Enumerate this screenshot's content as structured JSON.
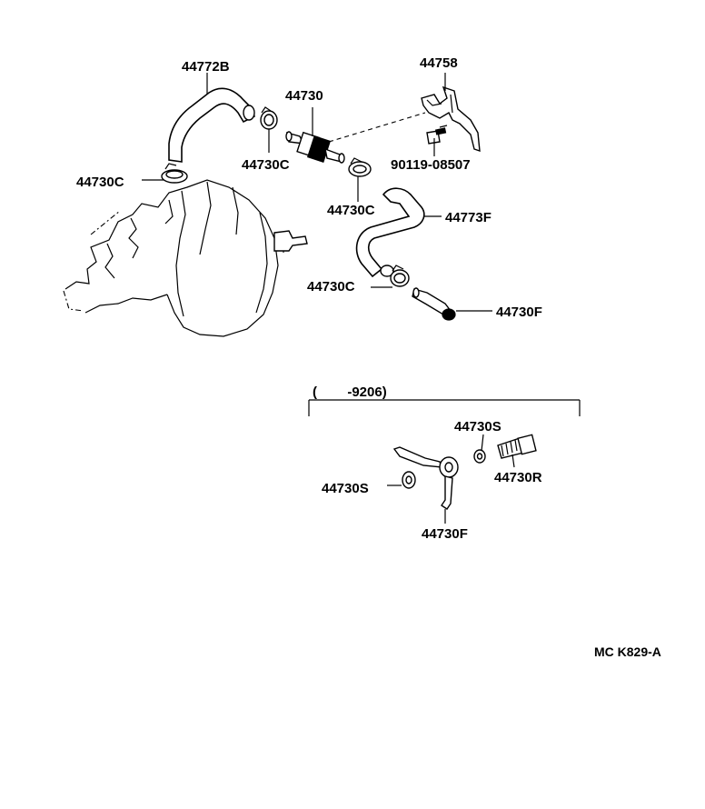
{
  "labels": {
    "hose_upper": "44772B",
    "bracket": "44758",
    "valve": "44730",
    "clamp_a": "44730C",
    "clamp_b": "44730C",
    "bolt": "90119-08507",
    "clamp_c": "44730C",
    "hose_lower": "44773F",
    "clamp_d": "44730C",
    "union": "44730F",
    "date_range": "(        -9206)",
    "gasket_top": "44730S",
    "bolt_r": "44730R",
    "gasket_left": "44730S",
    "union_old": "44730F",
    "diagram_ref": "MC K829-A"
  }
}
